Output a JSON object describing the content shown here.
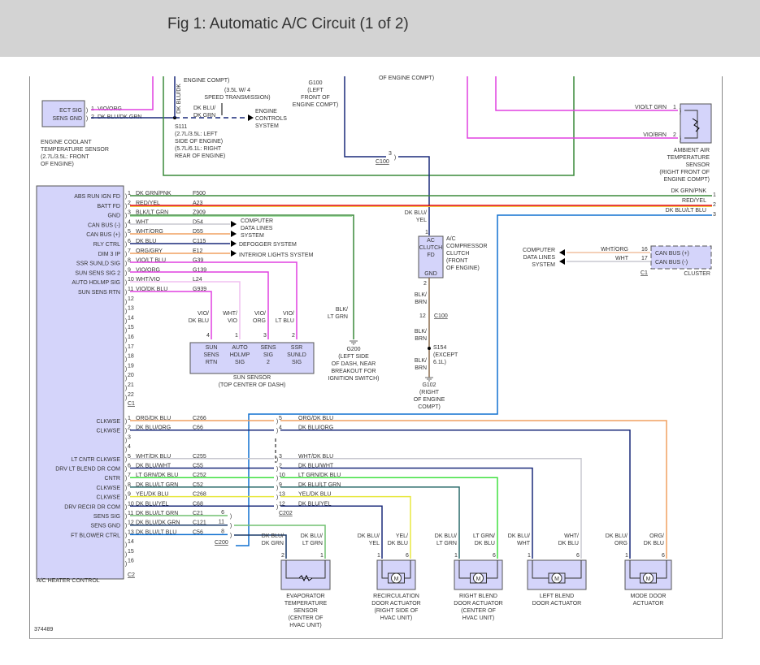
{
  "header": {
    "title": "Fig 1: Automatic A/C Circuit (1 of 2)"
  },
  "figure_id": "374489",
  "top": {
    "ect_sensor": {
      "pins": [
        {
          "num": "1",
          "name": "ECT SIG",
          "wire": "VIO/ORG"
        },
        {
          "num": "2",
          "name": "SENS GND",
          "wire": "DK BLU/DK GRN"
        }
      ],
      "label": [
        "ENGINE COOLANT",
        "TEMPERATURE SENSOR",
        "(2.7L/3.5L: FRONT",
        "OF ENGINE)"
      ]
    },
    "vertical_wire_label": "DK BLU/DK",
    "engine_compt": "ENGINE COMPT)",
    "trans_note": [
      "(3.5L W/ 4",
      "SPEED TRANSMISSION)"
    ],
    "splice_wire": [
      "DK BLU/",
      "DK GRN"
    ],
    "engine_controls": [
      "ENGINE",
      "CONTROLS",
      "SYSTEM"
    ],
    "s111": [
      "S111",
      "(2.7L/3.5L: LEFT",
      "SIDE OF ENGINE)",
      "(5.7L/6.1L: RIGHT",
      "REAR OF ENGINE)"
    ],
    "g100": [
      "G100",
      "(LEFT",
      "FRONT OF",
      "ENGINE COMPT)"
    ],
    "of_engine_compt": "OF ENGINE COMPT)",
    "ambient": {
      "pins": [
        {
          "num": "1",
          "wire": "VIO/LT GRN"
        },
        {
          "num": "2",
          "wire": "VIO/BRN"
        }
      ],
      "label": [
        "AMBIENT AIR",
        "TEMPERATURE",
        "SENSOR",
        "(RIGHT FRONT OF",
        "ENGINE COMPT)"
      ]
    },
    "c100_pin": "3",
    "c100": "C100"
  },
  "ac_heater_c1": {
    "pins": [
      {
        "num": "1",
        "name": "ABS RUN IGN FD",
        "wire": "DK GRN/PNK",
        "circuit": "F500"
      },
      {
        "num": "2",
        "name": "BATT FD",
        "wire": "RED/YEL",
        "circuit": "A23"
      },
      {
        "num": "3",
        "name": "GND",
        "wire": "BLK/LT GRN",
        "circuit": "Z909"
      },
      {
        "num": "4",
        "name": "CAN BUS (-)",
        "wire": "WHT",
        "circuit": "D54"
      },
      {
        "num": "5",
        "name": "CAN BUS (+)",
        "wire": "WHT/ORG",
        "circuit": "D55"
      },
      {
        "num": "6",
        "name": "RLY CTRL",
        "wire": "DK BLU",
        "circuit": "C115"
      },
      {
        "num": "7",
        "name": "DIM 3 IP",
        "wire": "ORG/GRY",
        "circuit": "E12"
      },
      {
        "num": "8",
        "name": "SSR SUNLD SIG",
        "wire": "VIO/LT BLU",
        "circuit": "G39"
      },
      {
        "num": "9",
        "name": "SUN SENS SIG 2",
        "wire": "VIO/ORG",
        "circuit": "G139"
      },
      {
        "num": "10",
        "name": "AUTO HDLMP SIG",
        "wire": "WHT/VIO",
        "circuit": "L24"
      },
      {
        "num": "11",
        "name": "SUN SENS RTN",
        "wire": "VIO/DK BLU",
        "circuit": "G939"
      },
      {
        "num": "12"
      },
      {
        "num": "13"
      },
      {
        "num": "14"
      },
      {
        "num": "15"
      },
      {
        "num": "16"
      },
      {
        "num": "17"
      },
      {
        "num": "18"
      },
      {
        "num": "19"
      },
      {
        "num": "20"
      },
      {
        "num": "21"
      },
      {
        "num": "22"
      }
    ],
    "connector": "C1",
    "targets": {
      "computer_data": [
        "COMPUTER",
        "DATA LINES",
        "SYSTEM"
      ],
      "defogger": "DEFOGGER SYSTEM",
      "interior": "INTERIOR LIGHTS SYSTEM"
    }
  },
  "right_wires": [
    {
      "num": "1",
      "wire": "DK GRN/PNK"
    },
    {
      "num": "2",
      "wire": "RED/YEL"
    },
    {
      "num": "3",
      "wire": "DK BLU/LT BLU"
    }
  ],
  "sun_sensor": {
    "wires": [
      {
        "wire": [
          "VIO/",
          "DK BLU"
        ],
        "pin": "4",
        "name": [
          "SUN",
          "SENS",
          "RTN"
        ]
      },
      {
        "wire": [
          "WHT/",
          "VIO"
        ],
        "pin": "1",
        "name": [
          "AUTO",
          "HDLMP",
          "SIG"
        ]
      },
      {
        "wire": [
          "VIO/",
          "ORG"
        ],
        "pin": "3",
        "name": [
          "SENS",
          "SIG",
          "2"
        ]
      },
      {
        "wire": [
          "VIO/",
          "LT BLU"
        ],
        "pin": "2",
        "name": [
          "SSR",
          "SUNLD",
          "SIG"
        ]
      }
    ],
    "label": [
      "SUN SENSOR",
      "(TOP CENTER OF DASH)"
    ]
  },
  "g200": {
    "wire": [
      "BLK/",
      "LT GRN"
    ],
    "label": [
      "G200",
      "(LEFT SIDE",
      "OF DASH, NEAR",
      "BREAKOUT FOR",
      "IGNITION SWITCH)"
    ]
  },
  "compressor": {
    "wire_in": [
      "DK BLU/",
      "YEL"
    ],
    "pin_in": "1",
    "pin_out": "2",
    "box": [
      "AC",
      "CLUTCH",
      "FD",
      "GND"
    ],
    "label": [
      "A/C",
      "COMPRESSOR",
      "CLUTCH",
      "(FRONT",
      "OF ENGINE)"
    ],
    "wire_out": [
      "BLK/",
      "BRN"
    ],
    "c100_pin": "12",
    "c100": "C100",
    "s154": [
      "S154",
      "(EXCEPT",
      "6.1L)"
    ],
    "g102": [
      "G102",
      "(RIGHT",
      "OF ENGINE",
      "COMPT)"
    ]
  },
  "cluster": {
    "target": [
      "COMPUTER",
      "DATA LINES",
      "SYSTEM"
    ],
    "pins": [
      {
        "num": "16",
        "wire": "WHT/ORG",
        "name": "CAN BUS (+)"
      },
      {
        "num": "17",
        "wire": "WHT",
        "name": "CAN BUS (-)"
      }
    ],
    "connector": "C1",
    "label": "CLUSTER"
  },
  "ac_heater_c2": {
    "pins": [
      {
        "num": "1",
        "name": "CLKWSE",
        "wire": "ORG/DK BLU",
        "circuit": "C266",
        "c202": "5"
      },
      {
        "num": "2",
        "name": "CLKWSE",
        "wire": "DK BLU/ORG",
        "circuit": "C66",
        "c202": "4"
      },
      {
        "num": "3"
      },
      {
        "num": "4"
      },
      {
        "num": "5",
        "name": "LT CNTR CLKWSE",
        "wire": "WHT/DK BLU",
        "circuit": "C255",
        "c202": "3"
      },
      {
        "num": "6",
        "name": "DRV LT BLEND DR COM",
        "wire": "DK BLU/WHT",
        "circuit": "C55",
        "c202": "2"
      },
      {
        "num": "7",
        "name": "CNTR",
        "wire": "LT GRN/DK BLU",
        "circuit": "C252",
        "c202": "10"
      },
      {
        "num": "8",
        "name": "CLKWSE",
        "wire": "DK BLU/LT GRN",
        "circuit": "C52",
        "c202": "9"
      },
      {
        "num": "9",
        "name": "CLKWSE",
        "wire": "YEL/DK BLU",
        "circuit": "C268",
        "c202": "13"
      },
      {
        "num": "10",
        "name": "DRV RECIR DR COM",
        "wire": "DK BLU/YEL",
        "circuit": "C68",
        "c202": "12"
      },
      {
        "num": "11",
        "name": "SENS SIG",
        "wire": "DK BLU/LT GRN",
        "circuit": "C21",
        "c200": "6"
      },
      {
        "num": "12",
        "name": "SENS GND",
        "wire": "DK BLU/DK GRN",
        "circuit": "C121",
        "c200": "11"
      },
      {
        "num": "13",
        "name": "FT BLOWER CTRL",
        "wire": "DK BLU/LT BLU",
        "circuit": "C56",
        "c200": "8"
      },
      {
        "num": "14"
      },
      {
        "num": "15"
      },
      {
        "num": "16"
      }
    ],
    "connector": "C2",
    "c202": "C202",
    "c200": "C200",
    "label": "A/C HEATER CONTROL"
  },
  "actuators": [
    {
      "wire1": [
        "DK BLU/",
        "DK GRN"
      ],
      "wire2": [
        "DK BLU/",
        "LT GRN"
      ],
      "pin1": "2",
      "pin2": "1",
      "label": [
        "EVAPORATOR",
        "TEMPERATURE",
        "SENSOR",
        "(CENTER OF",
        "HVAC UNIT)"
      ]
    },
    {
      "wire1": [
        "DK BLU/",
        "YEL"
      ],
      "wire2": [
        "YEL/",
        "DK BLU"
      ],
      "pin1": "1",
      "pin2": "6",
      "label": [
        "RECIRCULATION",
        "DOOR ACTUATOR",
        "(RIGHT SIDE OF",
        "HVAC UNIT)"
      ]
    },
    {
      "wire1": [
        "DK BLU/",
        "LT GRN"
      ],
      "wire2": [
        "LT GRN/",
        "DK BLU"
      ],
      "pin1": "1",
      "pin2": "6",
      "label": [
        "RIGHT BLEND",
        "DOOR ACTUATOR",
        "(CENTER OF",
        "HVAC UNIT)"
      ]
    },
    {
      "wire1": [
        "DK BLU/",
        "WHT"
      ],
      "wire2": [
        "WHT/",
        "DK BLU"
      ],
      "pin1": "1",
      "pin2": "6",
      "label": [
        "LEFT BLEND",
        "DOOR ACTUATOR"
      ]
    },
    {
      "wire1": [
        "DK BLU/",
        "ORG"
      ],
      "wire2": [
        "ORG/",
        "DK BLU"
      ],
      "pin1": "1",
      "pin2": "6",
      "label": [
        "MODE DOOR",
        "ACTUATOR"
      ]
    }
  ],
  "motor_symbol": "M",
  "colors": {
    "box_fill": "#d4d4fa",
    "violet": "#e040e0",
    "dk_green": "#3a8a3a",
    "red": "#e00000",
    "dk_blue": "#1a2a7a",
    "orange": "#f0a060",
    "lt_green": "#40e040",
    "yellow": "#e8e840",
    "lt_blue": "#1070d0",
    "gray_wht": "#c8c8d0",
    "pink_wht": "#f0c0f0"
  }
}
